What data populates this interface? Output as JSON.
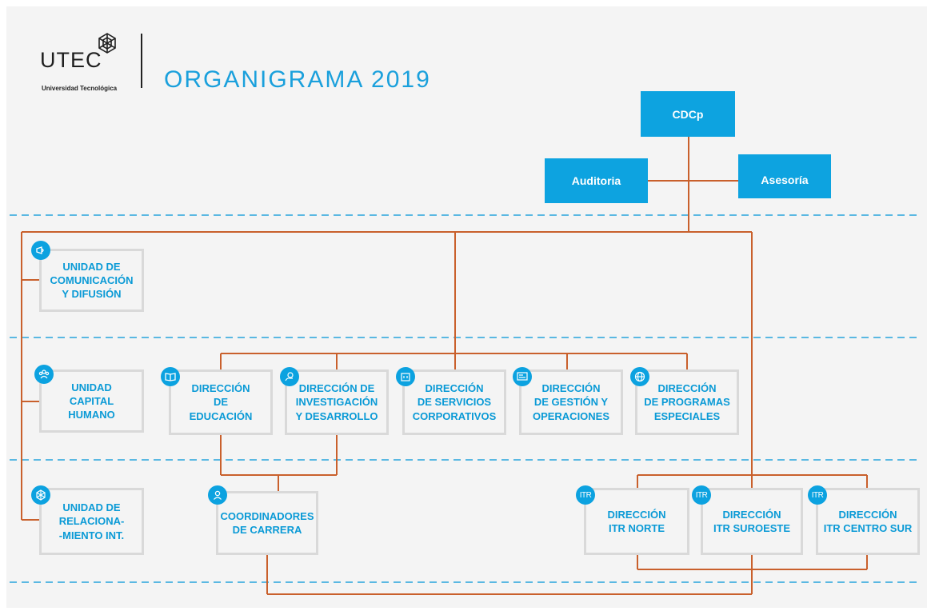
{
  "header": {
    "logo_text": "UTEC",
    "logo_subtitle": "Universidad Tecnológica",
    "title": "ORGANIGRAMA 2019"
  },
  "colors": {
    "accent_blue": "#0da3e0",
    "connector": "#c9602c",
    "dashed": "#27a3dc",
    "card_border": "#d9d9d9"
  },
  "top_boxes": {
    "cdcp": "CDCp",
    "auditoria": "Auditoria",
    "asesoria": "Asesoría"
  },
  "units": {
    "comunicacion": "UNIDAD DE\nCOMUNICACIÓN\nY DIFUSIÓN",
    "capital_humano": "UNIDAD\nCAPITAL\nHUMANO",
    "relacionamiento": "UNIDAD DE\nRELACIONA-\n-MIENTO INT."
  },
  "directions": {
    "educacion": "DIRECCIÓN\nDE\nEDUCACIÓN",
    "investigacion": "DIRECCIÓN DE\nINVESTIGACIÓN\nY DESARROLLO",
    "servicios": "DIRECCIÓN\nDE SERVICIOS\nCORPORATIVOS",
    "gestion": "DIRECCIÓN\nDE GESTIÓN Y\nOPERACIONES",
    "programas": "DIRECCIÓN\nDE PROGRAMAS\nESPECIALES"
  },
  "coordinadores": "COORDINADORES\nDE CARRERA",
  "itr": {
    "icon_label": "ITR",
    "norte": "DIRECCIÓN\nITR NORTE",
    "suroeste": "DIRECCIÓN\nITR SUROESTE",
    "centro_sur": "DIRECCIÓN\nITR CENTRO SUR"
  }
}
